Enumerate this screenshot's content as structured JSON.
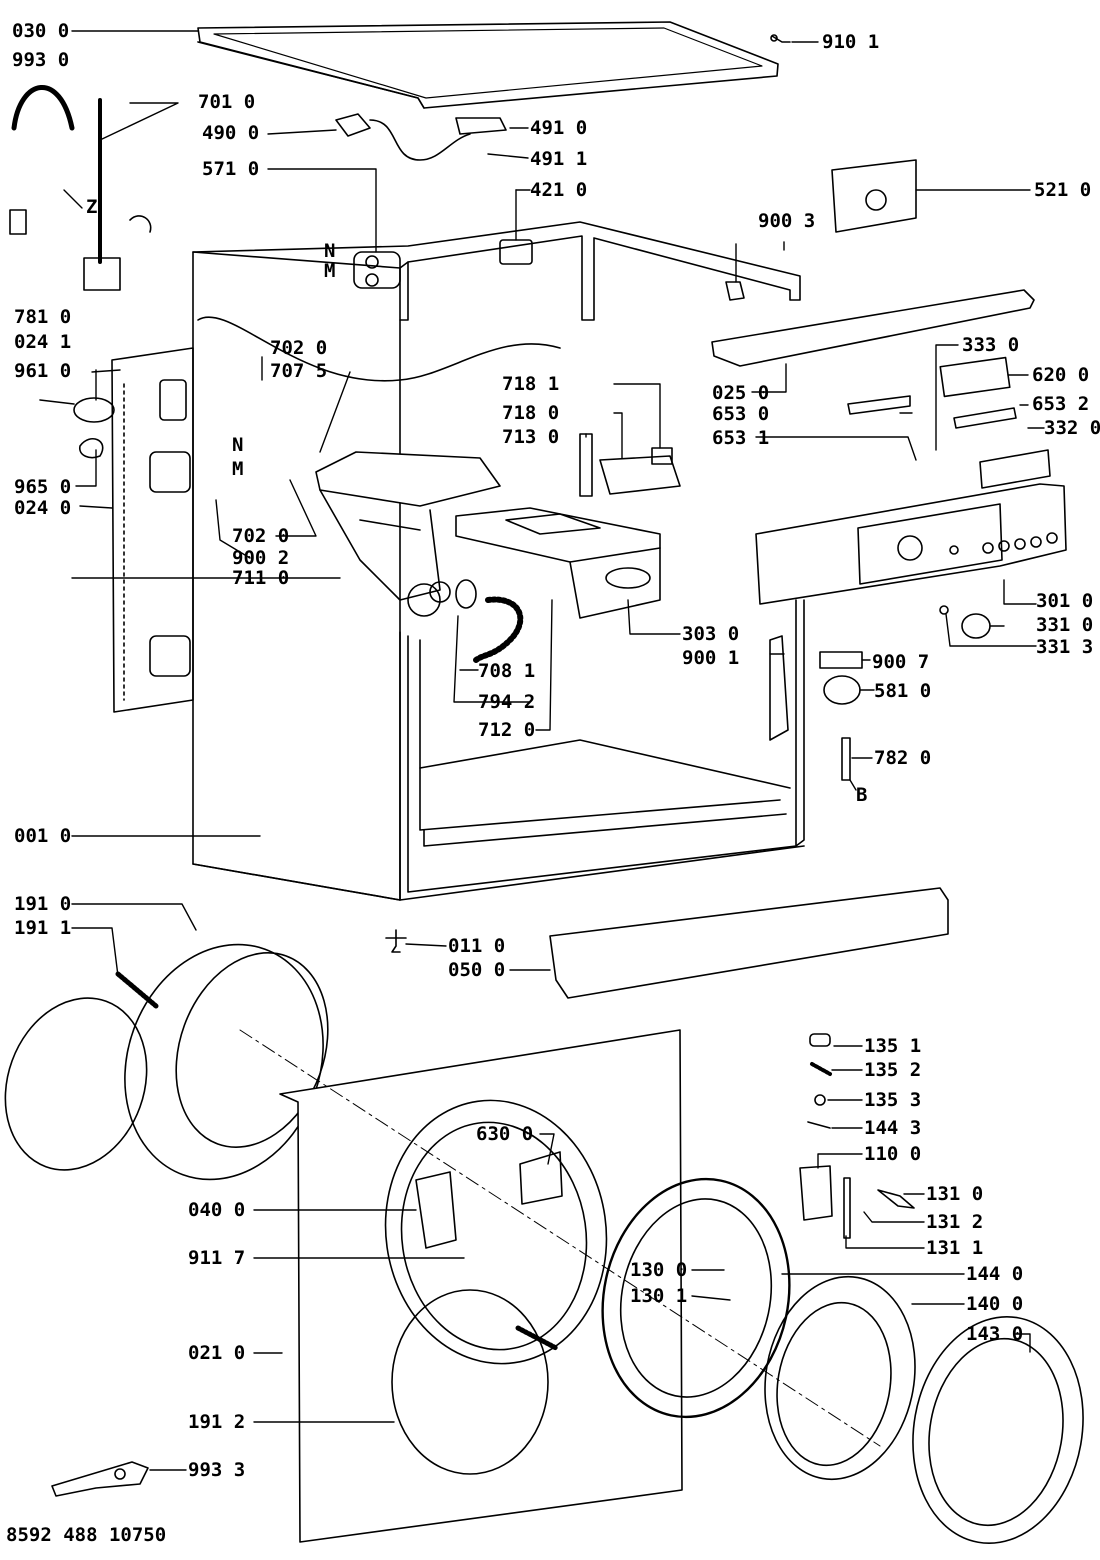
{
  "diagram": {
    "footer_code": "8592 488 10750",
    "callouts": [
      {
        "id": "c0301",
        "text": "030 0"
      },
      {
        "id": "c9101",
        "text": "910 1"
      },
      {
        "id": "c9930",
        "text": "993 0"
      },
      {
        "id": "c7010",
        "text": "701 0"
      },
      {
        "id": "c4900",
        "text": "490 0"
      },
      {
        "id": "c4910",
        "text": "491 0"
      },
      {
        "id": "c4911",
        "text": "491 1"
      },
      {
        "id": "c5710",
        "text": "571 0"
      },
      {
        "id": "c4210",
        "text": "421 0"
      },
      {
        "id": "c5210",
        "text": "521 0"
      },
      {
        "id": "cZ",
        "text": "Z"
      },
      {
        "id": "c9003",
        "text": "900 3"
      },
      {
        "id": "cN1",
        "text": "N"
      },
      {
        "id": "cM1",
        "text": "M"
      },
      {
        "id": "c7810",
        "text": "781 0"
      },
      {
        "id": "c0241",
        "text": "024 1"
      },
      {
        "id": "c7020a",
        "text": "702 0"
      },
      {
        "id": "c7075",
        "text": "707 5"
      },
      {
        "id": "c3330",
        "text": "333 0"
      },
      {
        "id": "c9610",
        "text": "961 0"
      },
      {
        "id": "c0250",
        "text": "025 0"
      },
      {
        "id": "c6200",
        "text": "620 0"
      },
      {
        "id": "c7181",
        "text": "718 1"
      },
      {
        "id": "c7180",
        "text": "718 0"
      },
      {
        "id": "c6530",
        "text": "653 0"
      },
      {
        "id": "c6532",
        "text": "653 2"
      },
      {
        "id": "c7130",
        "text": "713 0"
      },
      {
        "id": "c6531",
        "text": "653 1"
      },
      {
        "id": "c3320",
        "text": "332 0"
      },
      {
        "id": "cN2",
        "text": "N"
      },
      {
        "id": "cM2",
        "text": "M"
      },
      {
        "id": "c9650",
        "text": "965 0"
      },
      {
        "id": "c0240",
        "text": "024 0"
      },
      {
        "id": "c7020b",
        "text": "702 0"
      },
      {
        "id": "c9002",
        "text": "900 2"
      },
      {
        "id": "c7110",
        "text": "711 0"
      },
      {
        "id": "c3010",
        "text": "301 0"
      },
      {
        "id": "c3310",
        "text": "331 0"
      },
      {
        "id": "c3030",
        "text": "303 0"
      },
      {
        "id": "c3313",
        "text": "331 3"
      },
      {
        "id": "c9001",
        "text": "900 1"
      },
      {
        "id": "c9007",
        "text": "900 7"
      },
      {
        "id": "c7081",
        "text": "708 1"
      },
      {
        "id": "c5810",
        "text": "581 0"
      },
      {
        "id": "c7942",
        "text": "794 2"
      },
      {
        "id": "c7120",
        "text": "712 0"
      },
      {
        "id": "c7820",
        "text": "782 0"
      },
      {
        "id": "cB",
        "text": "B"
      },
      {
        "id": "c0010",
        "text": "001 0"
      },
      {
        "id": "c1910",
        "text": "191 0"
      },
      {
        "id": "c1911",
        "text": "191 1"
      },
      {
        "id": "c0110",
        "text": "011 0"
      },
      {
        "id": "c0500",
        "text": "050 0"
      },
      {
        "id": "c1351",
        "text": "135 1"
      },
      {
        "id": "c1352",
        "text": "135 2"
      },
      {
        "id": "c1353",
        "text": "135 3"
      },
      {
        "id": "c6300",
        "text": "630 0"
      },
      {
        "id": "c1443",
        "text": "144 3"
      },
      {
        "id": "c1100",
        "text": "110 0"
      },
      {
        "id": "c0400",
        "text": "040 0"
      },
      {
        "id": "c1310",
        "text": "131 0"
      },
      {
        "id": "c1312",
        "text": "131 2"
      },
      {
        "id": "c1311",
        "text": "131 1"
      },
      {
        "id": "c9117",
        "text": "911 7"
      },
      {
        "id": "c1300",
        "text": "130 0"
      },
      {
        "id": "c1440",
        "text": "144 0"
      },
      {
        "id": "c1301",
        "text": "130 1"
      },
      {
        "id": "c1400",
        "text": "140 0"
      },
      {
        "id": "c0210",
        "text": "021 0"
      },
      {
        "id": "c1430",
        "text": "143 0"
      },
      {
        "id": "c1912",
        "text": "191 2"
      },
      {
        "id": "c9933",
        "text": "993 3"
      }
    ]
  }
}
